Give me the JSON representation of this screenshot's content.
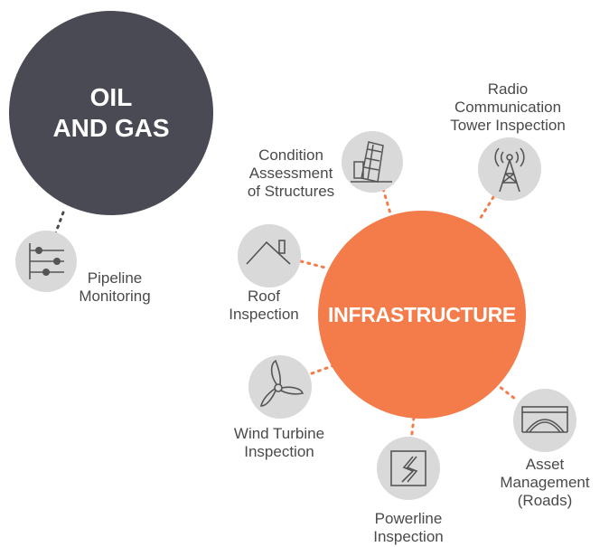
{
  "hubs": {
    "oil_gas": {
      "line1": "OIL",
      "line2": "AND GAS",
      "color": "#4a4a54"
    },
    "infrastructure": {
      "label": "INFRASTRUCTURE",
      "color": "#f47c4b"
    }
  },
  "nodes": {
    "pipeline": {
      "icon": "pipeline-icon",
      "label": [
        "Pipeline",
        "Monitoring"
      ]
    },
    "condition": {
      "icon": "building-icon",
      "label": [
        "Condition",
        "Assessment",
        "of Structures"
      ]
    },
    "radio": {
      "icon": "radio-tower-icon",
      "label": [
        "Radio",
        "Communication",
        "Tower Inspection"
      ]
    },
    "roof": {
      "icon": "roof-icon",
      "label": [
        "Roof",
        "Inspection"
      ]
    },
    "wind": {
      "icon": "wind-turbine-icon",
      "label": [
        "Wind Turbine",
        "Inspection"
      ]
    },
    "powerline": {
      "icon": "powerline-icon",
      "label": [
        "Powerline",
        "Inspection"
      ]
    },
    "asset": {
      "icon": "bridge-icon",
      "label": [
        "Asset",
        "Management",
        "(Roads)"
      ]
    }
  },
  "colors": {
    "node_fill": "#d9d9d9",
    "icon_stroke": "#555555",
    "oil_link": "#4a4a54",
    "infra_link": "#f47c4b"
  }
}
